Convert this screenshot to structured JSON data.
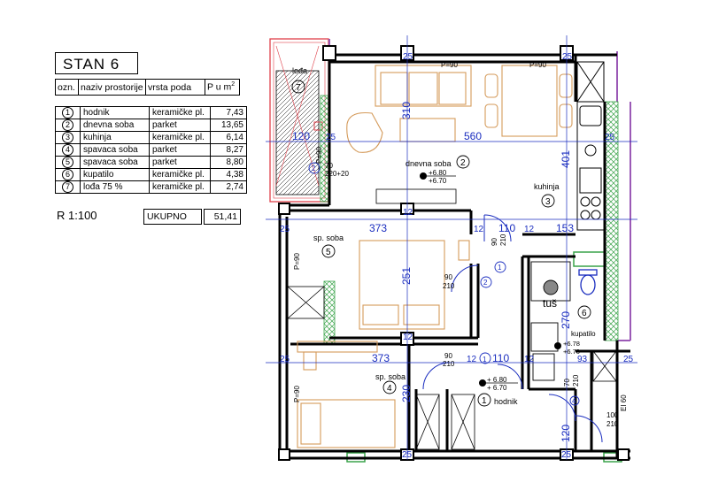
{
  "legend": {
    "title": "STAN  6",
    "headers": {
      "ozn": "ozn.",
      "naziv": "naziv prostorije",
      "vrsta": "vrsta poda",
      "pum": "P u m",
      "pum_sup": "2"
    },
    "rooms": [
      {
        "id": "1",
        "name": "hodnik",
        "floor": "keramičke pl.",
        "area": "7,43"
      },
      {
        "id": "2",
        "name": "dnevna soba",
        "floor": "parket",
        "area": "13,65"
      },
      {
        "id": "3",
        "name": "kuhinja",
        "floor": "keramičke pl.",
        "area": "6,14"
      },
      {
        "id": "4",
        "name": "spavaca soba",
        "floor": "parket",
        "area": "8,27"
      },
      {
        "id": "5",
        "name": "spavaca soba",
        "floor": "parket",
        "area": "8,80"
      },
      {
        "id": "6",
        "name": "kupatilo",
        "floor": "keramičke pl.",
        "area": "4,38"
      },
      {
        "id": "7",
        "name": "lođa 75 %",
        "floor": "keramičke pl.",
        "area": "2,74"
      }
    ],
    "total_label": "UKUPNO",
    "total_value": "51,41",
    "scale": "R 1:100"
  },
  "plan": {
    "rooms": {
      "loda": {
        "label": "lođa",
        "num": "7"
      },
      "dnevna": {
        "label": "dnevna soba",
        "num": "2",
        "level1": "+6.80",
        "level2": "+6.70"
      },
      "kuhinja": {
        "label": "kuhinja",
        "num": "3"
      },
      "sp5": {
        "label": "sp. soba",
        "num": "5"
      },
      "sp4": {
        "label": "sp. soba",
        "num": "4"
      },
      "kupatilo": {
        "label": "kupatilo",
        "num": "6",
        "tus": "tuš",
        "level1": "+6.78",
        "level2": "+6.70"
      },
      "hodnik": {
        "label": "hodnik",
        "num": "1",
        "level1": "+ 6.80",
        "level2": "+ 6.70"
      }
    },
    "dims": {
      "d25a": "25",
      "d25b": "25",
      "d25c": "25",
      "d25d": "25",
      "d25e": "25",
      "d25f": "25",
      "d25g": "25",
      "d25h": "25",
      "d25i": "25",
      "d120a": "120",
      "d120b": "120",
      "d310": "310",
      "d560": "560",
      "d401": "401",
      "d373a": "373",
      "d373b": "373",
      "d12a": "12",
      "d12b": "12",
      "d12c": "12",
      "d12d": "12",
      "d12e": "12",
      "d12f": "12",
      "d110a": "110",
      "d110b": "110",
      "d153": "153",
      "d251": "251",
      "d230": "230",
      "d270": "270",
      "d193": "93",
      "d170": "70",
      "p90a": "P=90",
      "p90b": "P=90",
      "p90c": "P=90",
      "p90d": "P=90",
      "p90e": "P=90",
      "win70": "70",
      "win220": "220+20",
      "door1": "90",
      "door2": "210",
      "door3": "90",
      "door4": "210",
      "door5": "90",
      "door6": "210",
      "door7": "70",
      "door8": "210",
      "door9": "100",
      "door10": "210",
      "ei60": "EI 60"
    },
    "markers": {
      "m1a": "1",
      "m1b": "1",
      "m2a": "2",
      "m2b": "2",
      "m4a": "4"
    },
    "colors": {
      "wall": "#000000",
      "facade": "#9b59b6",
      "dims": "#1a2dbf",
      "furniture": "#d49a5a",
      "loda": "#e0414b",
      "insulation": "#3aa34a"
    }
  }
}
